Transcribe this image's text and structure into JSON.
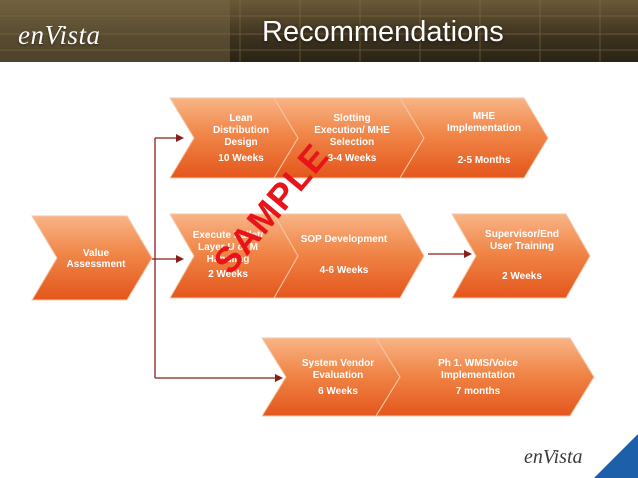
{
  "header": {
    "logo": "enVista",
    "title": "Recommendations"
  },
  "watermark": "SAMPLE",
  "footer": {
    "logo": "enVista"
  },
  "colors": {
    "chevron_top": "#f7a46e",
    "chevron_bottom": "#e8541a",
    "connector": "#8b1c1c",
    "corner": "#1d5fa8"
  },
  "steps": {
    "value_assessment": {
      "lines": [
        "Value",
        "Assessment"
      ],
      "duration": ""
    },
    "lean_distribution": {
      "lines": [
        "Lean",
        "Distribution",
        "Design"
      ],
      "duration": "10 Weeks"
    },
    "slotting": {
      "lines": [
        "Slotting",
        "Execution/ MHE",
        "Selection"
      ],
      "duration": "3-4 Weeks"
    },
    "mhe": {
      "lines": [
        "MHE",
        "Implementation"
      ],
      "duration": "2-5  Months"
    },
    "execute_pallet": {
      "lines": [
        "Execute Pallet/",
        "Layer U of M",
        "Handling"
      ],
      "duration": "2 Weeks"
    },
    "sop": {
      "lines": [
        "SOP Development"
      ],
      "duration": "4-6 Weeks"
    },
    "supervisor": {
      "lines": [
        "Supervisor/End",
        "User Training"
      ],
      "duration": "2 Weeks"
    },
    "system_vendor": {
      "lines": [
        "System Vendor",
        "Evaluation"
      ],
      "duration": "6 Weeks"
    },
    "wms_voice": {
      "lines": [
        "Ph 1. WMS/Voice",
        "Implementation"
      ],
      "duration": "7 months"
    }
  }
}
